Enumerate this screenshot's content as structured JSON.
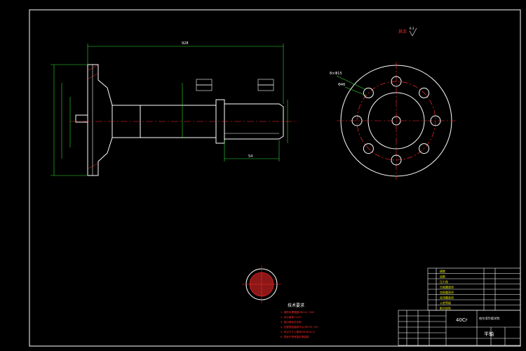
{
  "drawing": {
    "roughness_mark": "其余",
    "roughness_value": "6.3",
    "material": "40Cr",
    "part_name": "半轴",
    "title_block_school": "哈尔滨华德学院",
    "tech_req_title": "技术要求"
  },
  "tech_requirements": [
    "1. 调质处理硬度HB241~285",
    "2. 未注倒角1×45°",
    "3. 锐边倒钝去毛刺",
    "4. 花键表面高频淬火HRC52~63",
    "5. 未注尺寸公差按GB1804-m",
    "6. 表面不得有裂纹等缺陷"
  ],
  "param_table": {
    "rows": [
      "模数",
      "齿数",
      "压力角",
      "分度圆直径",
      "齿根圆直径",
      "齿顶圆直径",
      "公差等级",
      "配对齿轮"
    ]
  },
  "dimensions": {
    "overall_length": "928",
    "spline_length": "54",
    "bolt_hole_label": "8×Φ15",
    "hole_circle_label": "Φ46"
  },
  "colors": {
    "background": "#000000",
    "outline": "#ffffff",
    "red": "#ff2a2a",
    "green": "#33dd33",
    "yellow": "#e6e600"
  }
}
